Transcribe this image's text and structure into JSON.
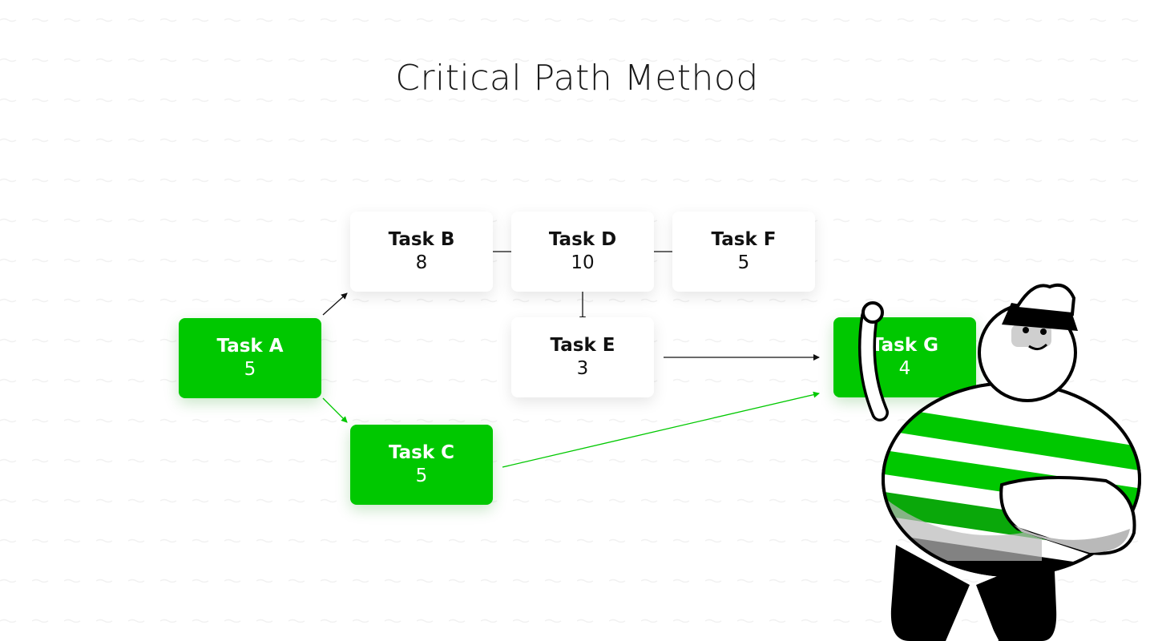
{
  "title": "Critical Path Method",
  "colors": {
    "critical": "#00c800",
    "normal_node": "#ffffff",
    "edge_normal": "#111111",
    "edge_critical": "#00c800"
  },
  "tasks": {
    "a": {
      "name": "Task A",
      "duration": "5",
      "critical": true
    },
    "b": {
      "name": "Task B",
      "duration": "8",
      "critical": false
    },
    "c": {
      "name": "Task C",
      "duration": "5",
      "critical": true
    },
    "d": {
      "name": "Task D",
      "duration": "10",
      "critical": false
    },
    "e": {
      "name": "Task E",
      "duration": "3",
      "critical": false
    },
    "f": {
      "name": "Task F",
      "duration": "5",
      "critical": false
    },
    "g": {
      "name": "Task G",
      "duration": "4",
      "critical": true
    }
  },
  "edges": [
    {
      "from": "Task A",
      "to": "Task B",
      "critical": false
    },
    {
      "from": "Task A",
      "to": "Task C",
      "critical": true
    },
    {
      "from": "Task B",
      "to": "Task D",
      "critical": false
    },
    {
      "from": "Task D",
      "to": "Task F",
      "critical": false
    },
    {
      "from": "Task D",
      "to": "Task E",
      "critical": false
    },
    {
      "from": "Task E",
      "to": "Task G",
      "critical": false
    },
    {
      "from": "Task C",
      "to": "Task G",
      "critical": true
    }
  ],
  "mascot": {
    "icon": "sailor-mascot-icon"
  }
}
